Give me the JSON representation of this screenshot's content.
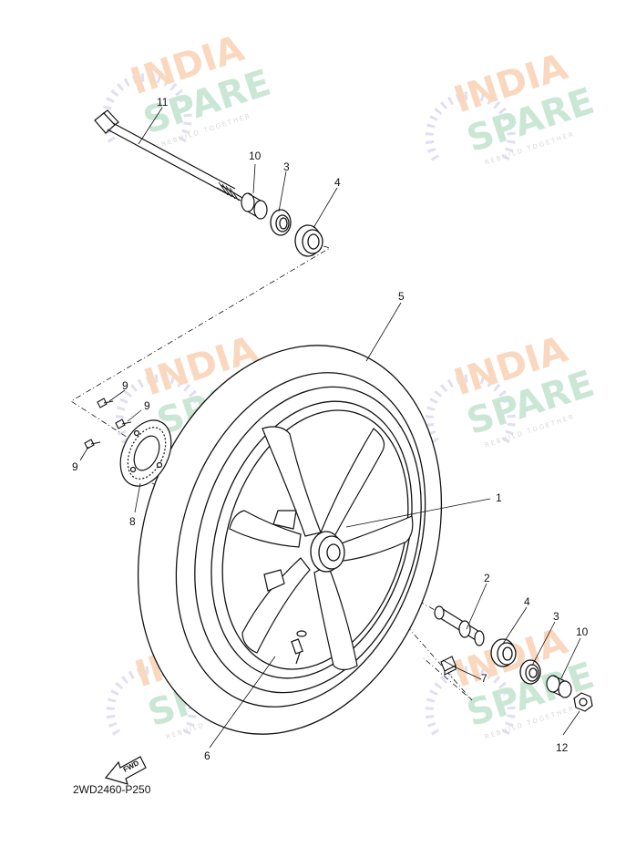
{
  "diagram": {
    "code": "2WD2460-P250",
    "fwd_label": "FWD",
    "callouts": [
      "11",
      "10",
      "3",
      "4",
      "5",
      "9",
      "9",
      "9",
      "8",
      "1",
      "2",
      "4",
      "3",
      "10",
      "7",
      "12",
      "6"
    ]
  },
  "watermark": {
    "line1": "INDIA",
    "line2": "SPARE",
    "tagline": "REBUILD TOGETHER",
    "colors": {
      "orange": "#f6b98a",
      "green": "#9fd3b3",
      "purple": "#c7c5ea"
    }
  }
}
